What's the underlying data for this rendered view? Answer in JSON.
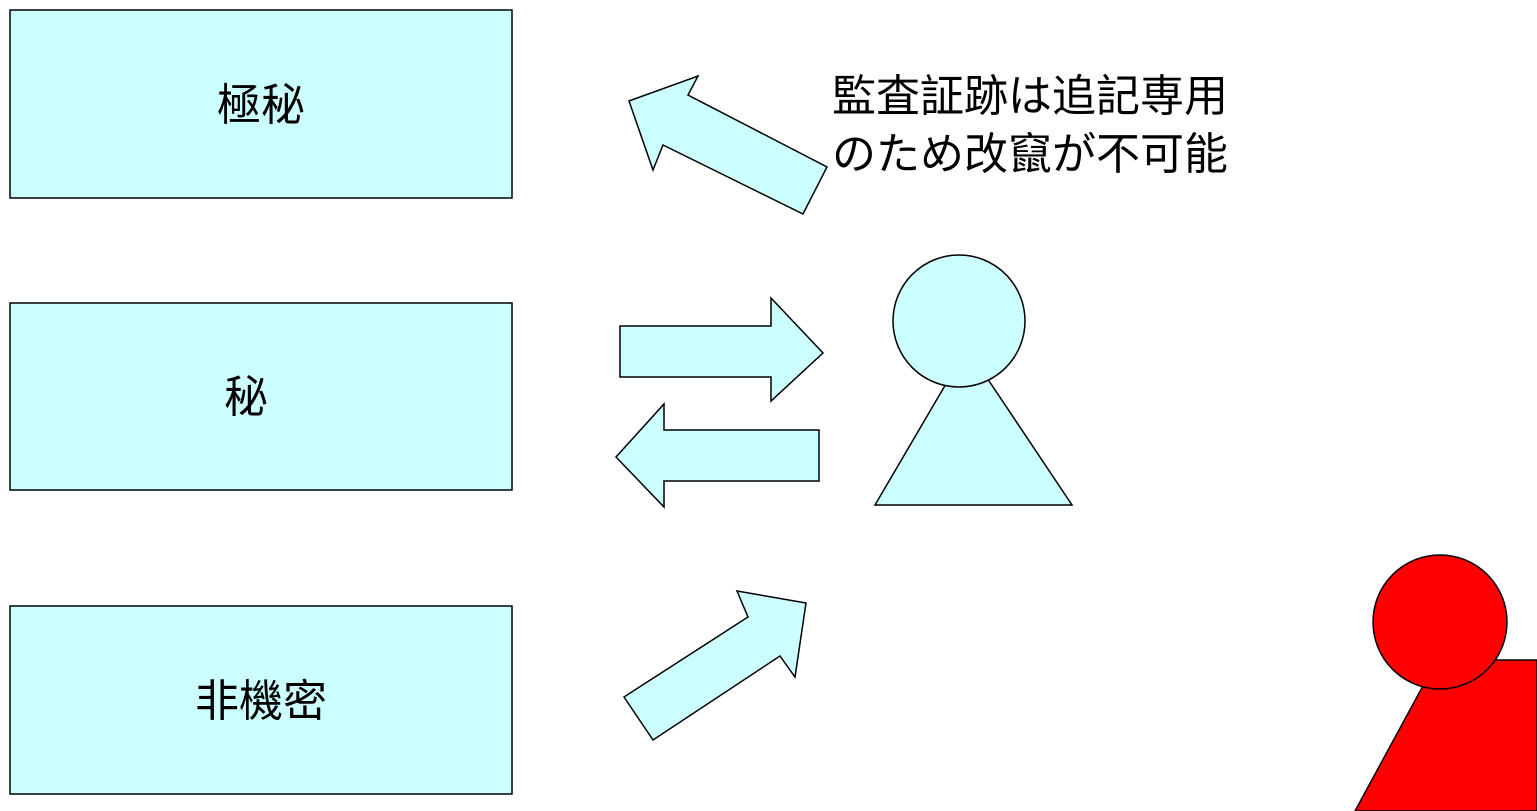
{
  "levels": [
    {
      "label": "極秘"
    },
    {
      "label": "秘"
    },
    {
      "label": "非機密"
    }
  ],
  "annotation": {
    "lines": [
      "監査証跡は追記専用",
      "のため改竄が不可能"
    ]
  },
  "colors": {
    "fill": "#ccffff",
    "stroke": "#000000",
    "intruder": "#ff0000",
    "background": "#ffffff"
  },
  "icons": {
    "user": "person-icon",
    "intruder": "intruder-person-icon",
    "arrows": [
      "write-up-arrow-icon",
      "read-arrow-icon",
      "write-arrow-icon",
      "read-up-arrow-icon"
    ]
  }
}
